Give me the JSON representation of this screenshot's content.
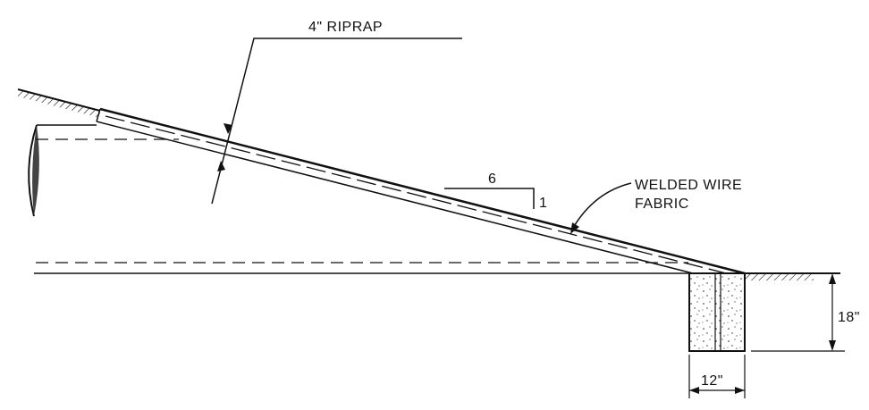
{
  "labels": {
    "riprap": "4\" RIPRAP",
    "welded_wire_line1": "WELDED WIRE",
    "welded_wire_line2": "FABRIC",
    "slope_run": "6",
    "slope_rise": "1",
    "dim_height": "18\"",
    "dim_width": "12\""
  },
  "colors": {
    "ink": "#111111",
    "background": "#ffffff"
  }
}
